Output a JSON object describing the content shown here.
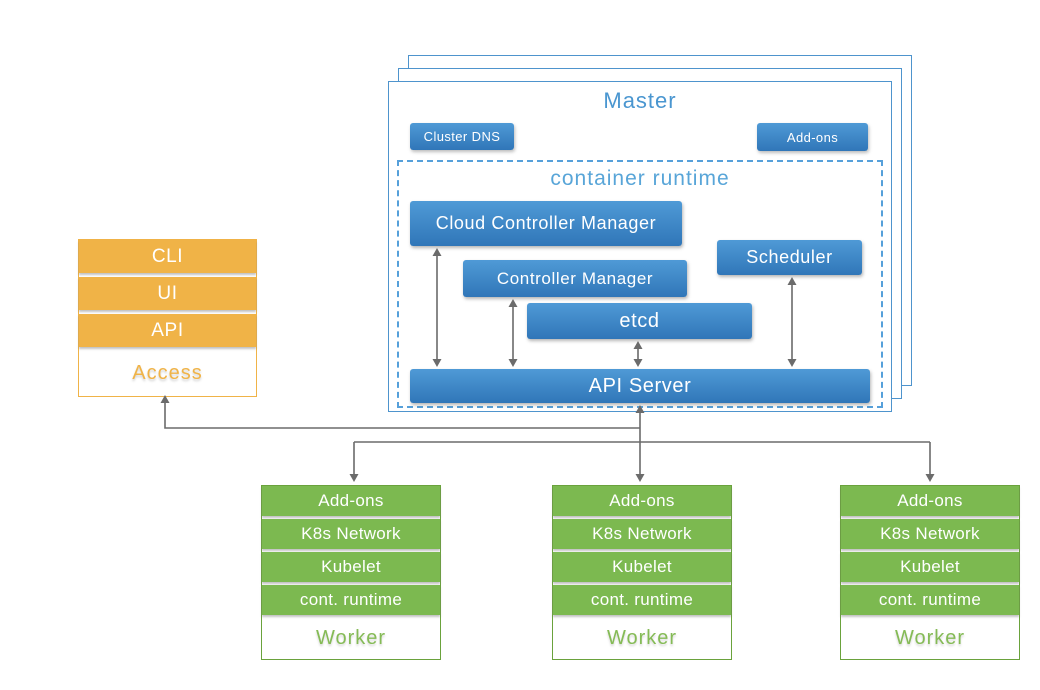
{
  "master": {
    "title": "Master",
    "cluster_dns": "Cluster DNS",
    "addons": "Add-ons",
    "container_runtime_title": "container runtime",
    "components": {
      "cloud_controller_manager": "Cloud Controller Manager",
      "controller_manager": "Controller Manager",
      "scheduler": "Scheduler",
      "etcd": "etcd",
      "api_server": "API Server"
    }
  },
  "access": {
    "rows": [
      "CLI",
      "UI",
      "API"
    ],
    "label": "Access"
  },
  "workers": [
    {
      "rows": [
        "Add-ons",
        "K8s Network",
        "Kubelet",
        "cont. runtime"
      ],
      "label": "Worker"
    },
    {
      "rows": [
        "Add-ons",
        "K8s Network",
        "Kubelet",
        "cont. runtime"
      ],
      "label": "Worker"
    },
    {
      "rows": [
        "Add-ons",
        "K8s Network",
        "Kubelet",
        "cont. runtime"
      ],
      "label": "Worker"
    }
  ],
  "colors": {
    "blue_box_top": "#4f9ad6",
    "blue_box_bottom": "#3076b8",
    "master_border": "#4e94cd",
    "dashed_border": "#56a0da",
    "master_title": "#4a96d0",
    "runtime_title": "#58a5d8",
    "orange": "#f0b347",
    "green": "#7cb950",
    "green_border": "#6aa23c",
    "worker_text": "#85bb56",
    "arrow": "#6b6b6b"
  }
}
